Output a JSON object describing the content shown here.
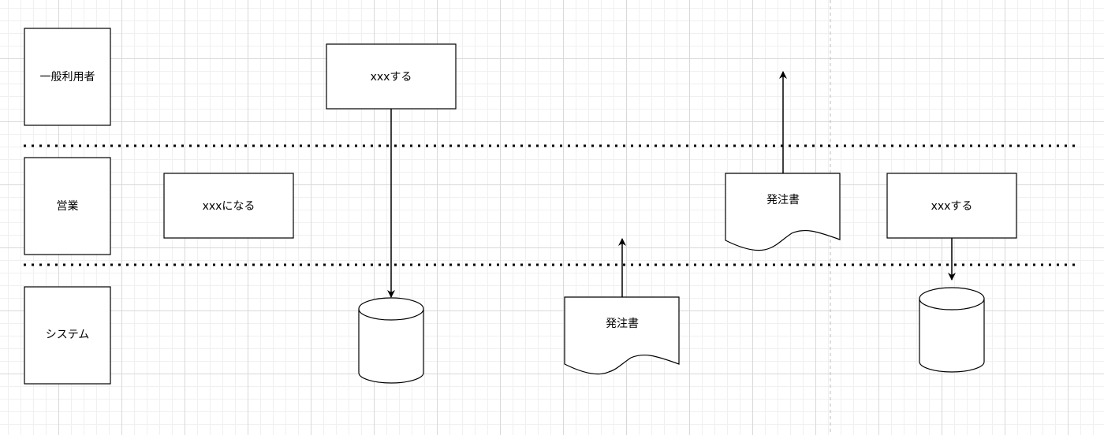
{
  "lanes": [
    {
      "label": "一般利用者"
    },
    {
      "label": "営業"
    },
    {
      "label": "システム"
    }
  ],
  "process_boxes": [
    {
      "label": "xxxする"
    },
    {
      "label": "xxxになる"
    },
    {
      "label": "xxxする"
    }
  ],
  "documents": [
    {
      "label": "発注書"
    },
    {
      "label": "発注書"
    }
  ],
  "databases": [
    {
      "label": ""
    },
    {
      "label": ""
    }
  ]
}
